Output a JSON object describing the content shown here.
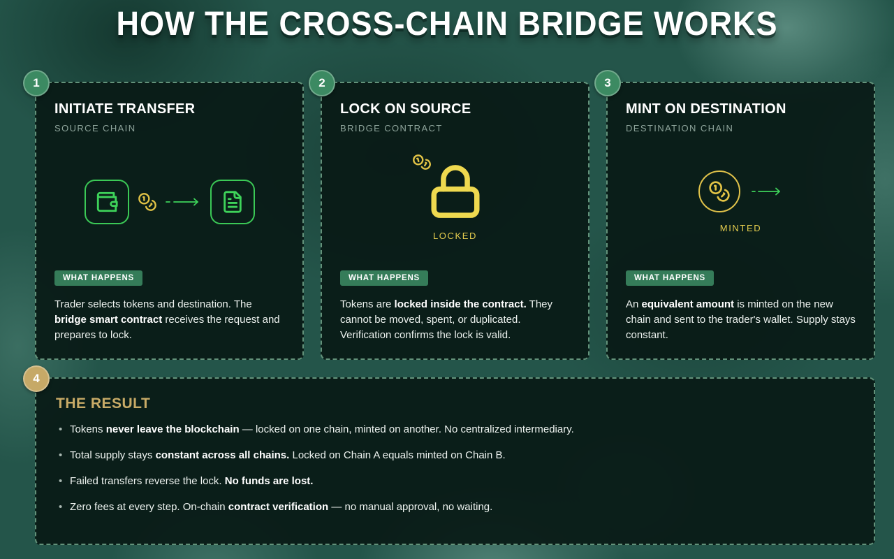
{
  "header": {
    "title": "HOW THE CROSS-CHAIN BRIDGE WORKS"
  },
  "steps": [
    {
      "number": "1",
      "title": "INITIATE TRANSFER",
      "subtitle": "SOURCE CHAIN",
      "badge_label": "WHAT HAPPENS",
      "icons": [
        "wallet-icon",
        "coins-icon",
        "arrow-right-icon",
        "contract-file-icon"
      ],
      "icon_caption": "",
      "description": [
        {
          "t": "Trader selects tokens and destination. The ",
          "b": false
        },
        {
          "t": "bridge smart contract",
          "b": true
        },
        {
          "t": " receives the request and prepares to lock.",
          "b": false
        }
      ]
    },
    {
      "number": "2",
      "title": "LOCK ON SOURCE",
      "subtitle": "BRIDGE CONTRACT",
      "badge_label": "WHAT HAPPENS",
      "icons": [
        "coins-icon",
        "padlock-icon"
      ],
      "icon_caption": "LOCKED",
      "description": [
        {
          "t": "Tokens are ",
          "b": false
        },
        {
          "t": "locked inside the contract.",
          "b": true
        },
        {
          "t": " They cannot be moved, spent, or duplicated. Verification confirms the lock is valid.",
          "b": false
        }
      ]
    },
    {
      "number": "3",
      "title": "MINT ON DESTINATION",
      "subtitle": "DESTINATION CHAIN",
      "badge_label": "WHAT HAPPENS",
      "icons": [
        "coins-circle-icon",
        "arrow-right-icon"
      ],
      "icon_caption": "MINTED",
      "description": [
        {
          "t": "An ",
          "b": false
        },
        {
          "t": "equivalent amount",
          "b": true
        },
        {
          "t": " is minted on the new chain and sent to the trader's wallet. Supply stays constant.",
          "b": false
        }
      ]
    }
  ],
  "result": {
    "number": "4",
    "title": "THE RESULT",
    "bullets": [
      [
        {
          "t": "Tokens ",
          "b": false
        },
        {
          "t": "never leave the blockchain",
          "b": true
        },
        {
          "t": " — locked on one chain, minted on another. No centralized intermediary.",
          "b": false
        }
      ],
      [
        {
          "t": "Total supply stays ",
          "b": false
        },
        {
          "t": "constant across all chains.",
          "b": true
        },
        {
          "t": " Locked on Chain A equals minted on Chain B.",
          "b": false
        }
      ],
      [
        {
          "t": "Failed transfers reverse the lock. ",
          "b": false
        },
        {
          "t": "No funds are lost.",
          "b": true
        }
      ],
      [
        {
          "t": "Zero fees at every step. On-chain ",
          "b": false
        },
        {
          "t": "contract verification",
          "b": true
        },
        {
          "t": " — no manual approval, no waiting.",
          "b": false
        }
      ]
    ]
  },
  "colors": {
    "background_teal": "#24554a",
    "card_background": "#091a15",
    "card_border_dash": "#82ba9b",
    "accent_green": "#3ed35a",
    "accent_yellow": "#efd94f",
    "accent_gold_coin": "#e2c346",
    "result_gold": "#c8ab67",
    "step_circle_green": "#3c8a62",
    "step_circle_gold": "#c6a967",
    "what_badge_green": "#357c59",
    "subtitle_gray": "#8ea49b"
  }
}
